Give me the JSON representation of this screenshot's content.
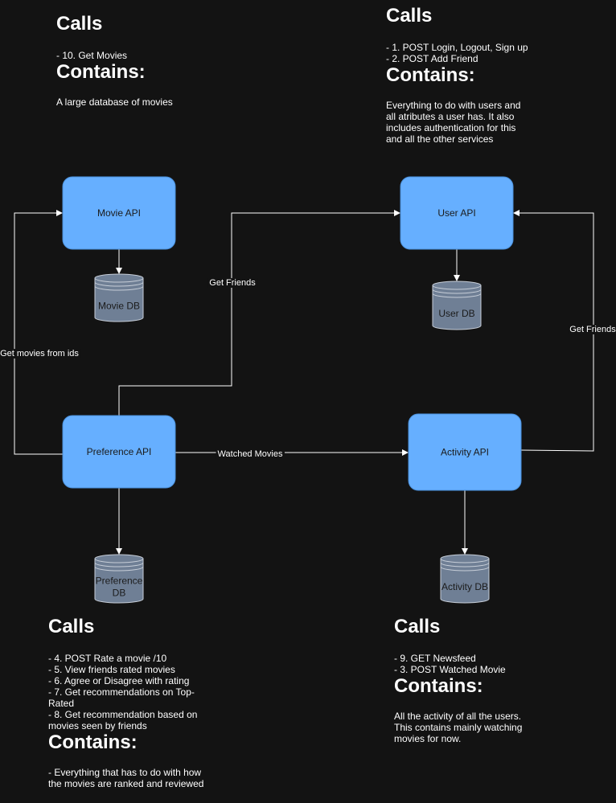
{
  "services": [
    {
      "id": "movie",
      "label": "Movie API"
    },
    {
      "id": "user",
      "label": "User API"
    },
    {
      "id": "preference",
      "label": "Preference API"
    },
    {
      "id": "activity",
      "label": "Activity API"
    }
  ],
  "databases": [
    {
      "id": "movie_db",
      "lines": [
        "Movie DB"
      ]
    },
    {
      "id": "user_db",
      "lines": [
        "User DB"
      ]
    },
    {
      "id": "preference_db",
      "lines": [
        "Preference",
        "DB"
      ]
    },
    {
      "id": "activity_db",
      "lines": [
        "Activity DB"
      ]
    }
  ],
  "edges": [
    {
      "id": "get-friends-pref-user",
      "from": "preference",
      "to": "user",
      "label": "Get Friends"
    },
    {
      "id": "get-movies-from-ids",
      "from": "preference",
      "to": "movie",
      "label": "Get movies from ids"
    },
    {
      "id": "watched-movies",
      "from": "preference",
      "to": "activity",
      "label": "Watched Movies"
    },
    {
      "id": "get-friends-activity-user",
      "from": "activity",
      "to": "user",
      "label": "Get Friends"
    },
    {
      "id": "movie-to-db",
      "from": "movie",
      "to": "movie_db",
      "label": ""
    },
    {
      "id": "user-to-db",
      "from": "user",
      "to": "user_db",
      "label": ""
    },
    {
      "id": "pref-to-db",
      "from": "preference",
      "to": "preference_db",
      "label": ""
    },
    {
      "id": "activity-to-db",
      "from": "activity",
      "to": "activity_db",
      "label": ""
    }
  ],
  "blocks": {
    "movie": {
      "calls_heading": "Calls",
      "calls": [
        "- 10. Get Movies"
      ],
      "contains_heading": "Contains:",
      "contains": "A large database of movies"
    },
    "user": {
      "calls_heading": "Calls",
      "calls": [
        "- 1. POST Login, Logout, Sign up",
        "- 2. POST Add Friend"
      ],
      "contains_heading": "Contains:",
      "contains": "Everything to do with users and all atributes a user has. It also includes authentication for this and all the other services"
    },
    "preference": {
      "calls_heading": "Calls",
      "calls": [
        "- 4. POST Rate a movie /10",
        "- 5. View friends rated movies",
        "- 6. Agree or Disagree with rating",
        "- 7. Get recommendations on Top-Rated",
        "- 8. Get recommendation based on movies seen by friends"
      ],
      "contains_heading": "Contains:",
      "contains": "- Everything that has to do with how the movies are ranked and reviewed"
    },
    "activity": {
      "calls_heading": "Calls",
      "calls": [
        "- 9. GET Newsfeed",
        "- 3. POST Watched Movie"
      ],
      "contains_heading": "Contains:",
      "contains": "All the activity of all the users. This contains mainly watching movies for now."
    }
  },
  "colors": {
    "background": "#131313",
    "service_fill": "#66afff",
    "service_stroke": "#4a8fd9",
    "db_fill": "#6f7f95",
    "db_stroke": "#c7ced8",
    "line": "#ffffff",
    "text": "#ffffff"
  }
}
